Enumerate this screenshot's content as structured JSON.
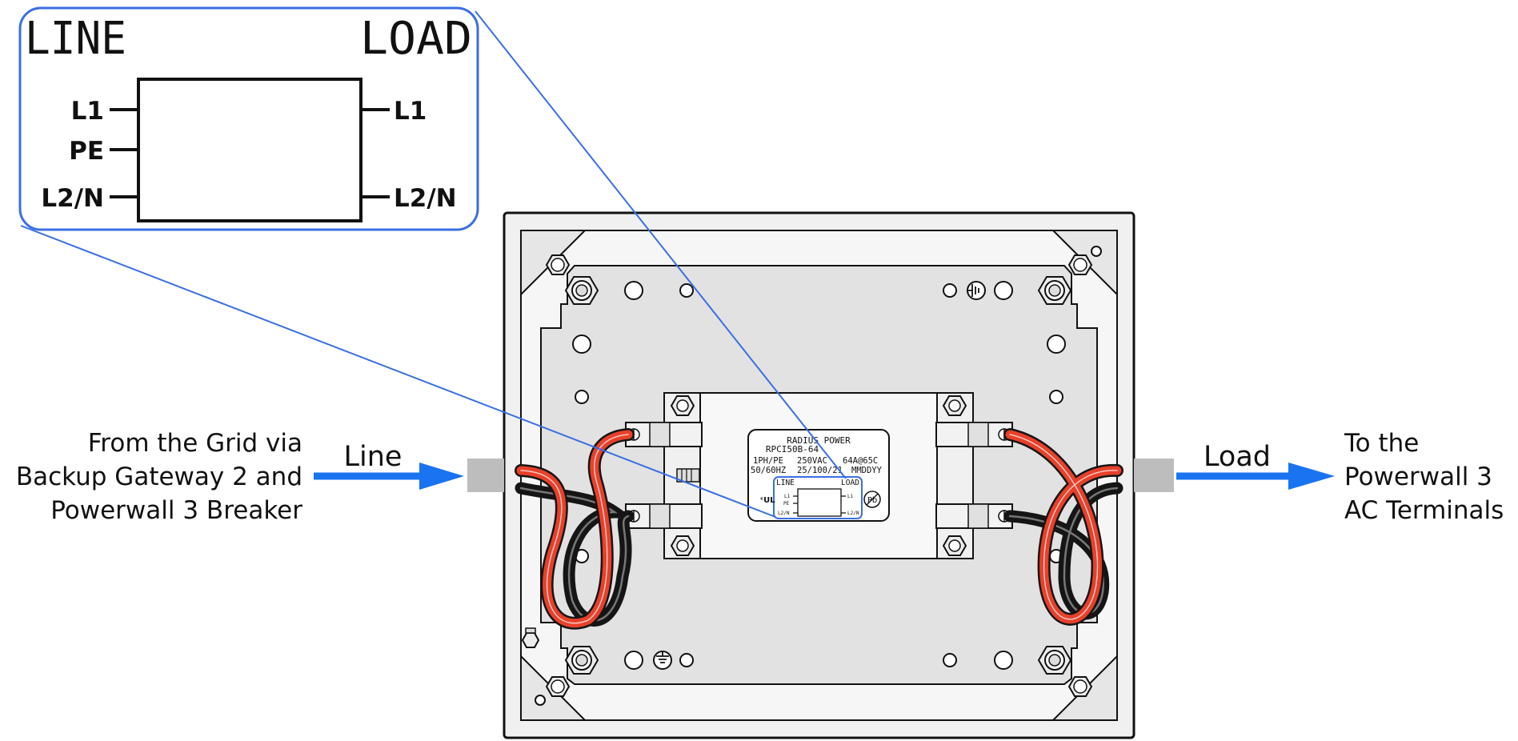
{
  "colors": {
    "accent": "#1a73f0",
    "callout_border": "#3b6fe0",
    "enclosure_fill": "#f0f0f0",
    "panel_fill": "#e2e2e2",
    "wire_red": "#e8402a",
    "wire_black": "#151515",
    "gland": "#bdbdbd"
  },
  "callout": {
    "line_heading": "LINE",
    "load_heading": "LOAD",
    "left_terminals": [
      "L1",
      "PE",
      "L2/N"
    ],
    "right_terminals": [
      "L1",
      "L2/N"
    ]
  },
  "filter_label": {
    "brand": "RADIUS POWER",
    "model": "RPCI50B-64",
    "row1_left": "1PH/PE",
    "row1_mid": "250VAC",
    "row1_right": "64A@65C",
    "row2_left": "50/60HZ",
    "row2_mid": "25/100/21",
    "row2_right": "MMDDYY",
    "mini_line": "LINE",
    "mini_load": "LOAD",
    "mini_left": [
      "L1",
      "PE",
      "L2/N"
    ],
    "mini_right": [
      "L1",
      "L2/N"
    ],
    "pb_symbol": "Pb"
  },
  "arrows": {
    "line_label": "Line",
    "load_label": "Load"
  },
  "from_text": [
    "From the Grid via",
    "Backup Gateway 2 and",
    "Powerwall 3 Breaker"
  ],
  "to_text": [
    "To the",
    "Powerwall 3",
    "AC Terminals"
  ]
}
